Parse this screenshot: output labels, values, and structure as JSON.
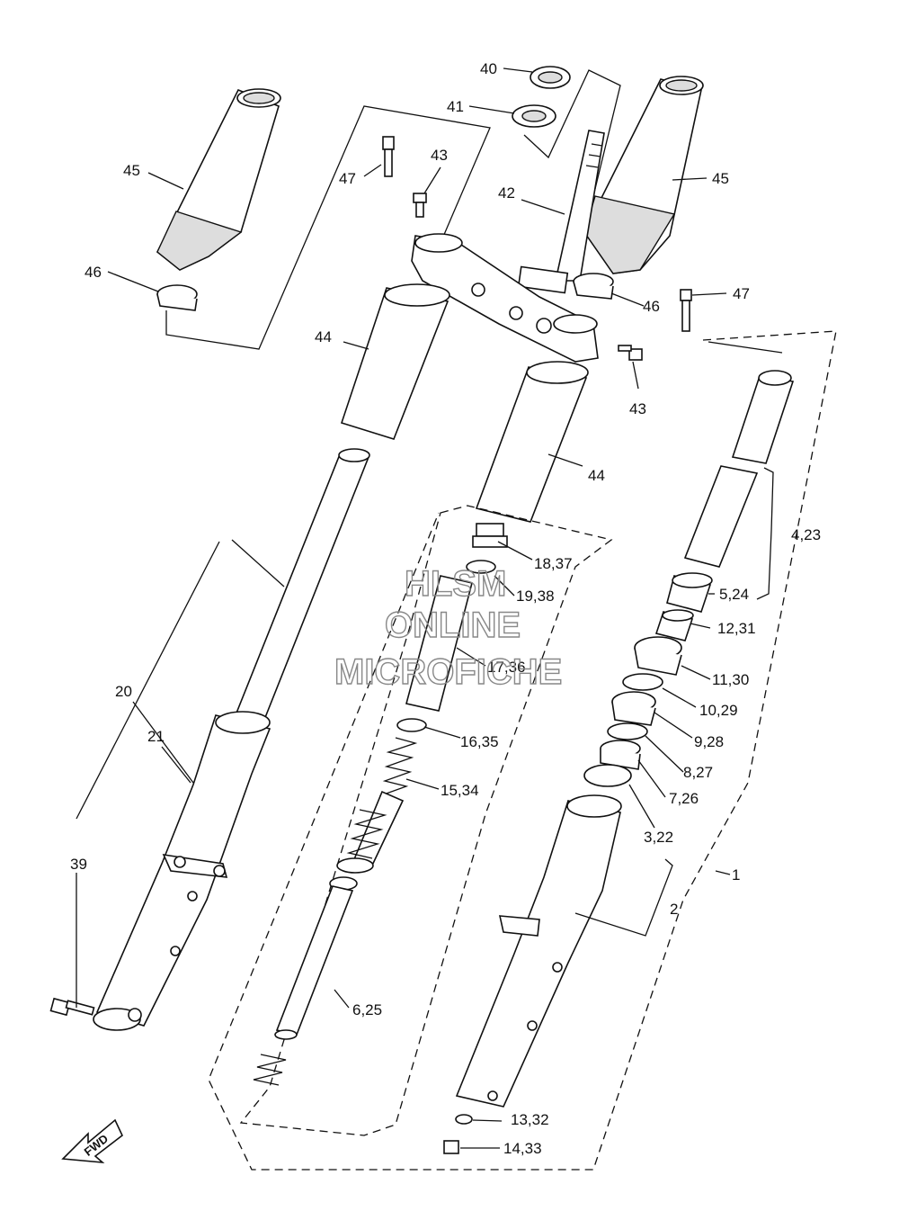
{
  "watermark": {
    "line1": "HLSM",
    "line2": "ONLINE",
    "line3": "MICROFICHE"
  },
  "fwd_label": "FWD",
  "callouts": [
    {
      "id": "40",
      "text": "40"
    },
    {
      "id": "41",
      "text": "41"
    },
    {
      "id": "42",
      "text": "42"
    },
    {
      "id": "43a",
      "text": "43"
    },
    {
      "id": "43b",
      "text": "43"
    },
    {
      "id": "44a",
      "text": "44"
    },
    {
      "id": "44b",
      "text": "44"
    },
    {
      "id": "45a",
      "text": "45"
    },
    {
      "id": "45b",
      "text": "45"
    },
    {
      "id": "46a",
      "text": "46"
    },
    {
      "id": "46b",
      "text": "46"
    },
    {
      "id": "47a",
      "text": "47"
    },
    {
      "id": "47b",
      "text": "47"
    },
    {
      "id": "1",
      "text": "1"
    },
    {
      "id": "2",
      "text": "2"
    },
    {
      "id": "3",
      "text": "3,22"
    },
    {
      "id": "4",
      "text": "4,23"
    },
    {
      "id": "5",
      "text": "5,24"
    },
    {
      "id": "6",
      "text": "6,25"
    },
    {
      "id": "7",
      "text": "7,26"
    },
    {
      "id": "8",
      "text": "8,27"
    },
    {
      "id": "9",
      "text": "9,28"
    },
    {
      "id": "10",
      "text": "10,29"
    },
    {
      "id": "11",
      "text": "11,30"
    },
    {
      "id": "12",
      "text": "12,31"
    },
    {
      "id": "13",
      "text": "13,32"
    },
    {
      "id": "14",
      "text": "14,33"
    },
    {
      "id": "15",
      "text": "15,34"
    },
    {
      "id": "16",
      "text": "16,35"
    },
    {
      "id": "17",
      "text": "17,36"
    },
    {
      "id": "18",
      "text": "18,37"
    },
    {
      "id": "19",
      "text": "19,38"
    },
    {
      "id": "20",
      "text": "20"
    },
    {
      "id": "21",
      "text": "21"
    },
    {
      "id": "39",
      "text": "39"
    }
  ]
}
